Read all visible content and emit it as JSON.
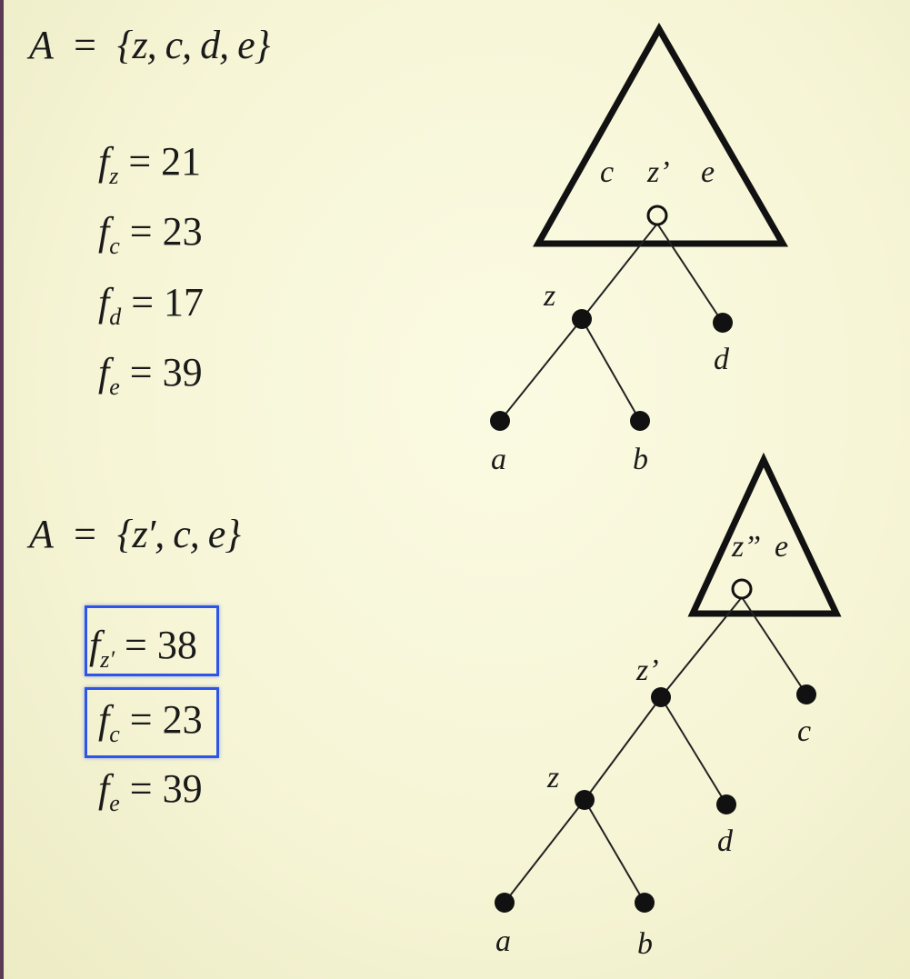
{
  "sets": {
    "first": {
      "lhs": "A",
      "eq": "=",
      "rhs": "{z, c, d, e}"
    },
    "second": {
      "lhs": "A",
      "eq": "=",
      "rhs": "{z′, c, e}"
    }
  },
  "freqs_first": [
    {
      "f": "f",
      "sub": "z",
      "rest": " = 21"
    },
    {
      "f": "f",
      "sub": "c",
      "rest": " = 23"
    },
    {
      "f": "f",
      "sub": "d",
      "rest": " = 17"
    },
    {
      "f": "f",
      "sub": "e",
      "rest": " = 39"
    }
  ],
  "freqs_second": [
    {
      "f": "f",
      "sub": "z′",
      "rest": " = 38"
    },
    {
      "f": "f",
      "sub": "c",
      "rest": " = 23"
    },
    {
      "f": "f",
      "sub": "e",
      "rest": " = 39"
    }
  ],
  "highlight_color": "#2f55e8",
  "tree1_labels": {
    "tri_c": "c",
    "tri_zp": "z’",
    "tri_e": "e",
    "z": "z",
    "d": "d",
    "a": "a",
    "b": "b"
  },
  "tree2_labels": {
    "tri_zpp": "z”",
    "tri_e": "e",
    "zp": "z’",
    "c": "c",
    "z": "z",
    "d": "d",
    "a": "a",
    "b": "b"
  }
}
